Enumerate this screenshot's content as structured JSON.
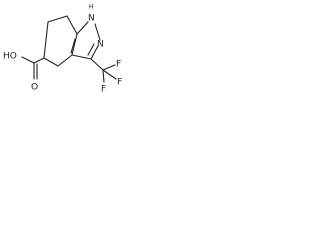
{
  "molecule": {
    "atoms": {
      "ring_nh": {
        "label": "N",
        "h_label": "H"
      },
      "ring_n": {
        "label": "N"
      },
      "acid_o": {
        "label": "O"
      },
      "acid_oh": {
        "label": "HO"
      },
      "cf3_f1": {
        "label": "F"
      },
      "cf3_f2": {
        "label": "F"
      },
      "cf3_f3": {
        "label": "F"
      }
    }
  }
}
